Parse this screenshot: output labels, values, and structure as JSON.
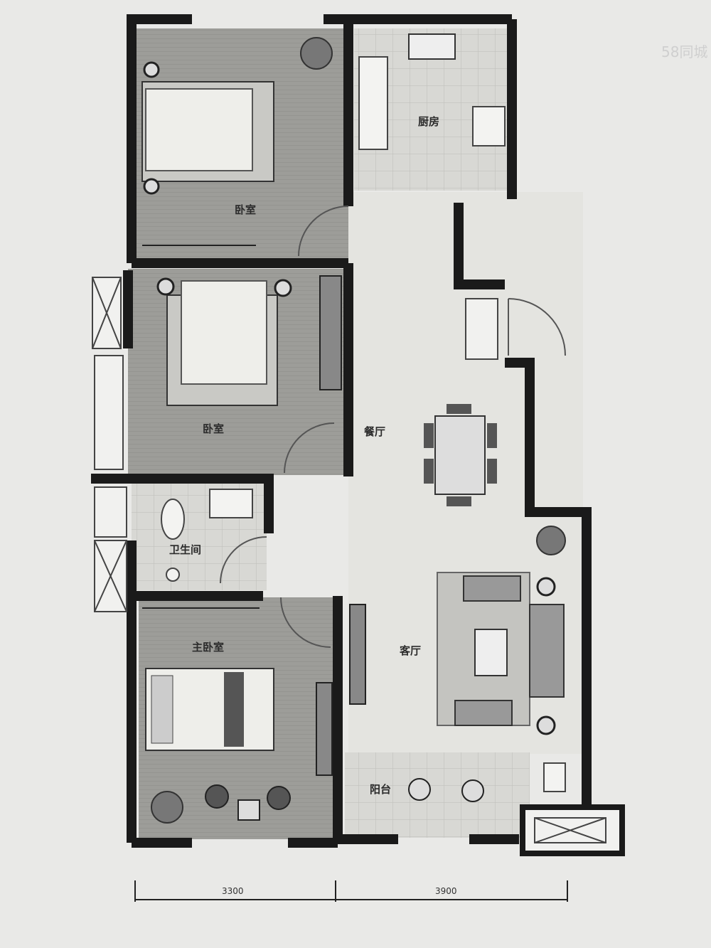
{
  "rooms": {
    "bedroom_second": "卧室",
    "kitchen": "厨房",
    "bedroom": "卧室",
    "dining": "餐厅",
    "bathroom": "卫生间",
    "master_bedroom": "主卧室",
    "living": "客厅",
    "balcony": "阳台"
  },
  "dimensions": {
    "left_width": "3300",
    "right_width": "3900"
  },
  "watermark": "58同城",
  "colors": {
    "wall": "#1a1a1a",
    "floor_wood": "#9a9a96",
    "floor_tile": "#d6d6d2",
    "floor_plain": "#e3e3df",
    "background": "#e9e9e7"
  }
}
